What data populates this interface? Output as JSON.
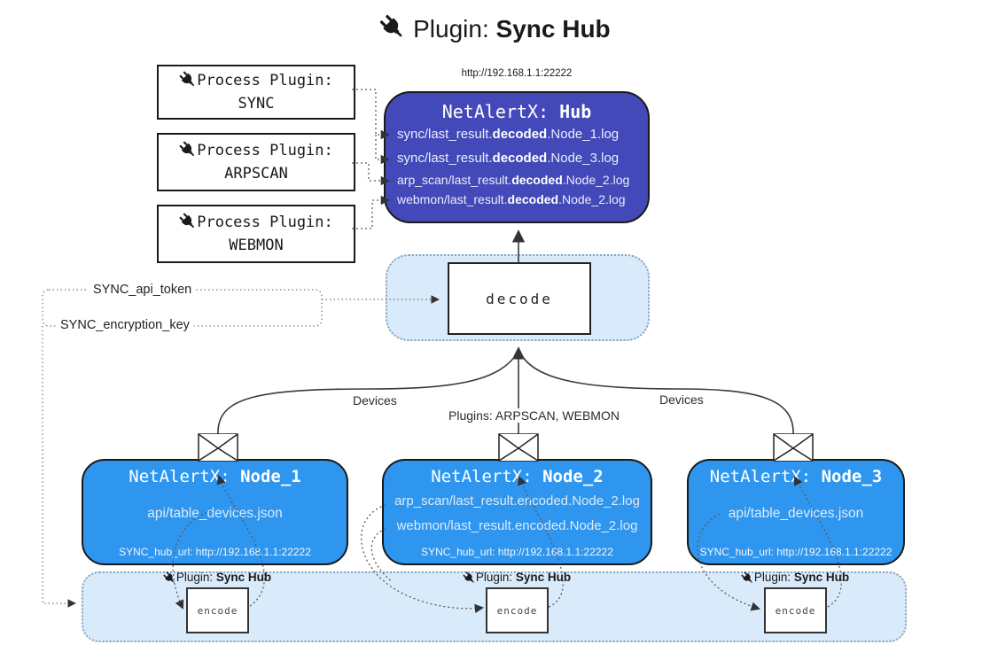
{
  "title": {
    "prefix": "Plugin: ",
    "bold": "Sync Hub"
  },
  "colors": {
    "hub_bg": "#4349b8",
    "node_bg": "#2e96ee",
    "band_bg": "#d9eafb",
    "band_border": "#8ba4bb"
  },
  "process_plugins": [
    {
      "label": "Process Plugin:",
      "name": "SYNC"
    },
    {
      "label": "Process Plugin:",
      "name": "ARPSCAN"
    },
    {
      "label": "Process Plugin:",
      "name": "WEBMON"
    }
  ],
  "hub": {
    "url": "http://192.168.1.1:22222",
    "title_prefix": "NetAlertX: ",
    "title_bold": "Hub",
    "lines": [
      {
        "pre": "sync/last_result.",
        "bold": "decoded",
        "post": ".Node_1.log"
      },
      {
        "pre": "sync/last_result.",
        "bold": "decoded",
        "post": ".Node_3.log"
      },
      {
        "pre": "arp_scan/last_result.",
        "bold": "decoded",
        "post": ".Node_2.log"
      },
      {
        "pre": "webmon/last_result.",
        "bold": "decoded",
        "post": ".Node_2.log"
      }
    ]
  },
  "decode": {
    "label": "decode"
  },
  "secrets": {
    "api_token": "SYNC_api_token",
    "encryption_key": "SYNC_encryption_key"
  },
  "edges": {
    "devices_left": "Devices",
    "devices_right": "Devices",
    "plugins_center": "Plugins: ARPSCAN, WEBMON"
  },
  "nodes": [
    {
      "title_prefix": "NetAlertX: ",
      "title_bold": "Node_1",
      "lines": [
        "api/table_devices.json"
      ],
      "hub_url": "SYNC_hub_url: http://192.168.1.1:22222"
    },
    {
      "title_prefix": "NetAlertX: ",
      "title_bold": "Node_2",
      "lines": [
        "arp_scan/last_result.encoded.Node_2.log",
        "webmon/last_result.encoded.Node_2.log"
      ],
      "hub_url": "SYNC_hub_url: http://192.168.1.1:22222"
    },
    {
      "title_prefix": "NetAlertX: ",
      "title_bold": "Node_3",
      "lines": [
        "api/table_devices.json"
      ],
      "hub_url": "SYNC_hub_url: http://192.168.1.1:22222"
    }
  ],
  "encoders": [
    {
      "label_prefix": "Plugin: ",
      "label_bold": "Sync Hub",
      "box": "encode"
    },
    {
      "label_prefix": "Plugin: ",
      "label_bold": "Sync Hub",
      "box": "encode"
    },
    {
      "label_prefix": "Plugin: ",
      "label_bold": "Sync Hub",
      "box": "encode"
    }
  ]
}
